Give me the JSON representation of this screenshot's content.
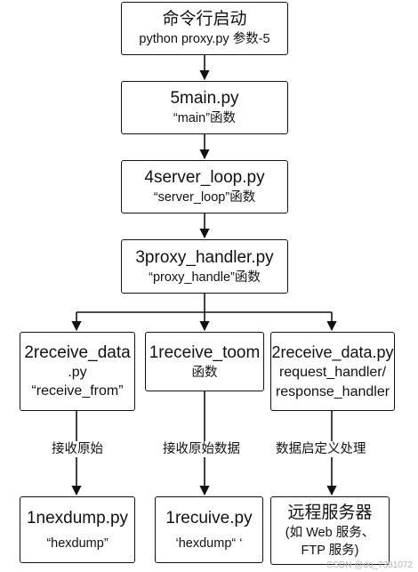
{
  "nodes": {
    "cmd": {
      "title": "命令行启动",
      "sub": "python proxy.py 参数-5"
    },
    "main": {
      "title": "5main.py",
      "sub": "“main”函数"
    },
    "server_loop": {
      "title": "4server_loop.py",
      "sub": "“server_loop”函数"
    },
    "proxy_handler": {
      "title": "3proxy_handler.py",
      "sub": "“proxy_handle”函数"
    },
    "receive_left": {
      "line1": "2receive_data",
      "line2": ".py",
      "line3": "“receive_from”"
    },
    "receive_mid": {
      "line1": "1receive_toom",
      "line2": "函数"
    },
    "receive_right": {
      "line1": "2receive_data.py",
      "line2": "request_handler/",
      "line3": "response_handler"
    },
    "hexdump_left": {
      "title": "1nexdump.py",
      "sub": "“hexdump”"
    },
    "hexdump_mid": {
      "title": "1recuive.py",
      "sub": "‘hexdump“ ‘"
    },
    "remote": {
      "line1": "远程服务器",
      "line2": "(如 Web 服务、",
      "line3": "FTP 服务)"
    }
  },
  "edge_labels": {
    "left": "接收原始",
    "mid": "接收原始数据",
    "right": "数据启定义处理"
  },
  "watermark": "CSDN @do_7381072"
}
